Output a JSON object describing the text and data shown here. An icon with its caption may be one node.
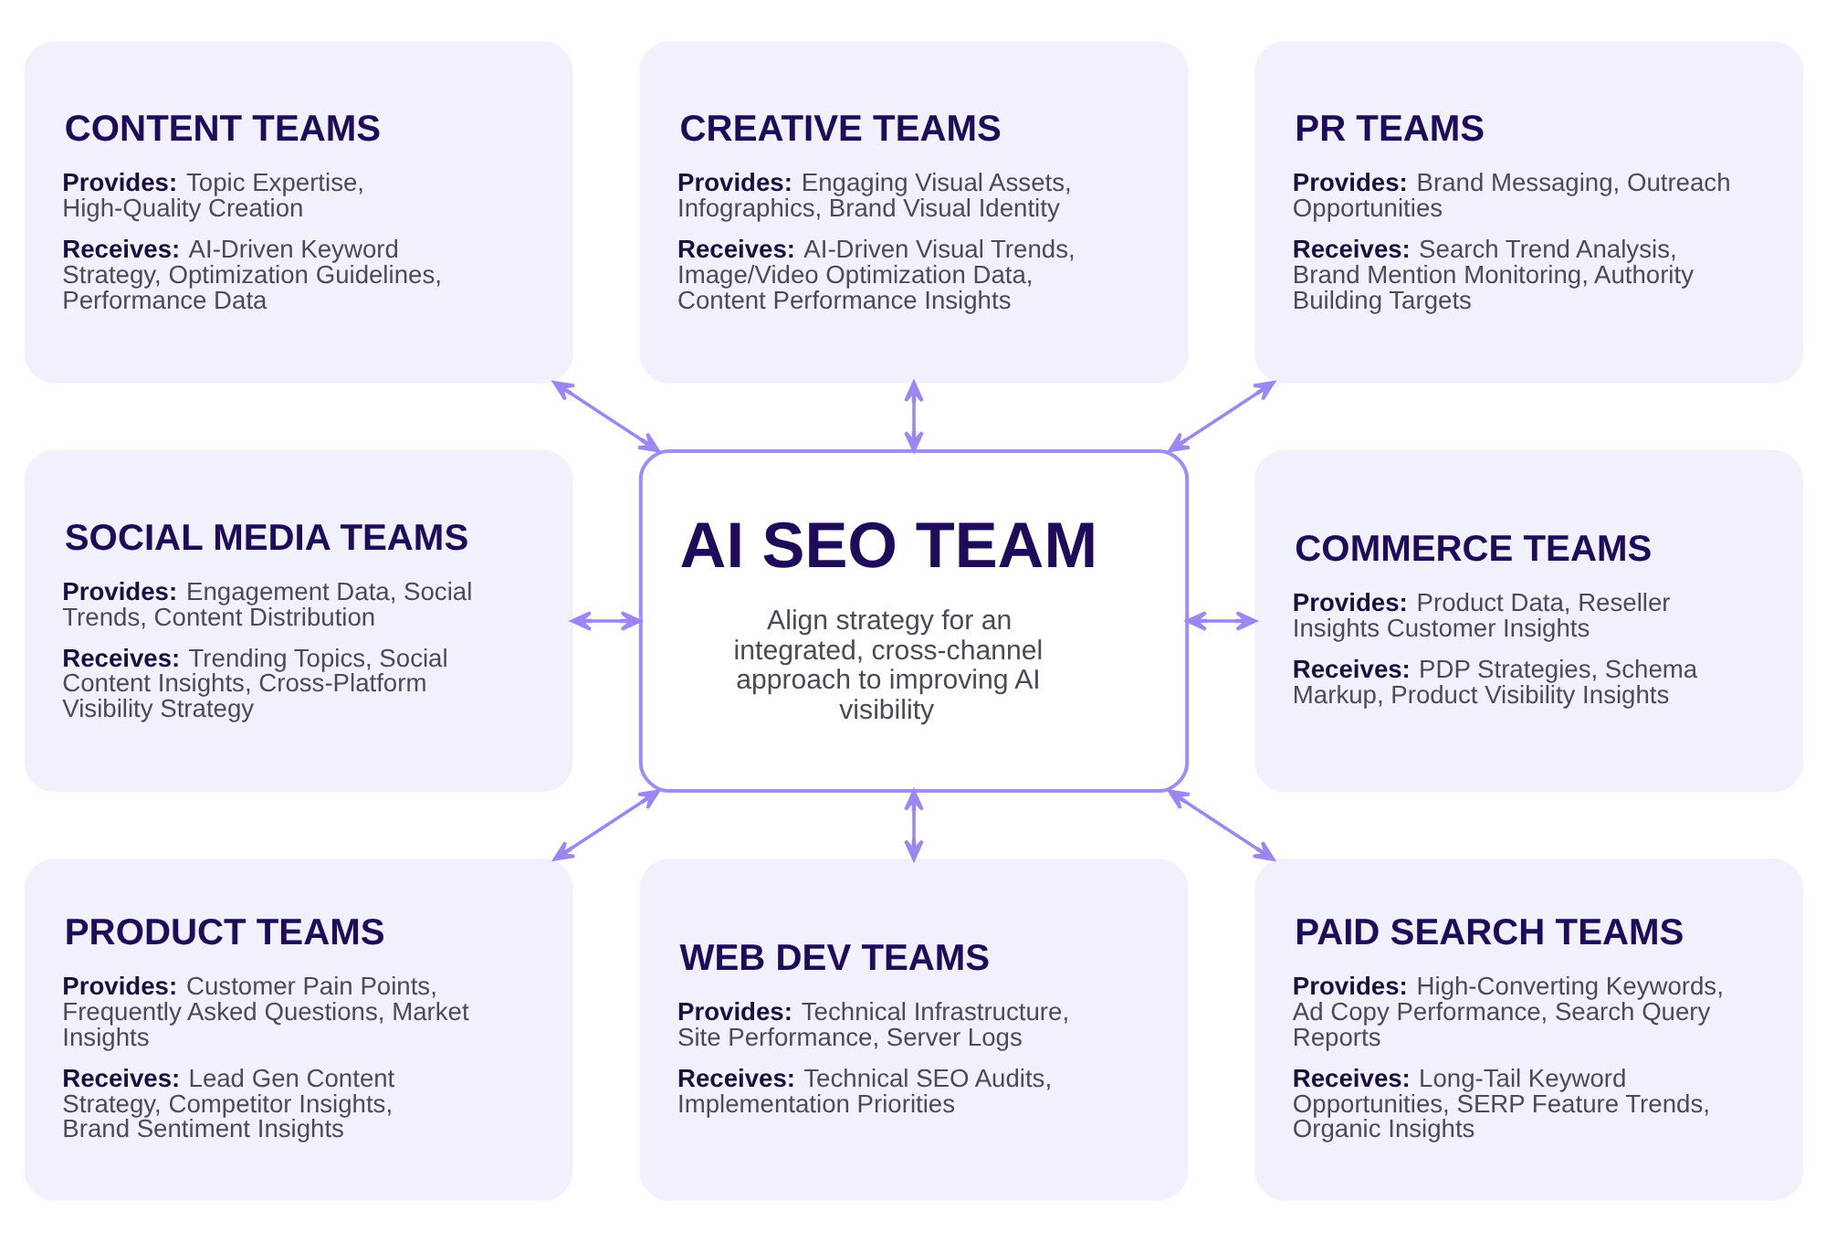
{
  "diagram": {
    "nodes": [
      {
        "text": [
          "CONTENT TEAMS",
          "**Provides:** Topic Expertise, High-Quality Creation",
          "**Receives:** AI-Driven Keyword Strategy, Optimization Guidelines, Performance Data"
        ]
      },
      {
        "text": [
          "CREATIVE TEAMS",
          "**Provides:** Engaging Visual Assets, Infographics, Brand Visual Identity",
          "**Receives:** AI-Driven Visual Trends, Image/Video Optimization Data, Content Performance Insights"
        ]
      },
      {
        "text": [
          "PR TEAMS",
          "**Provides:** Brand Messaging, Outreach Opportunities",
          "**Receives:** Search Trend Analysis, Brand Mention Monitoring, Authority Building Targets"
        ]
      },
      {
        "text": [
          "SOCIAL MEDIA TEAMS",
          "**Provides:** Engagement Data, Social Trends, Content Distribution",
          "**Receives:** Trending Topics, Social Content Insights, Cross-Platform Visibility Strategy"
        ]
      },
      {
        "text": [
          "AI SEO TEAM",
          "Align strategy for an integrated, cross-channel approach to improving AI visibility"
        ]
      },
      {
        "text": [
          "COMMERCE TEAMS",
          "**Provides:** Product Data, Reseller Insights Customer Insights",
          "**Receives:** PDP Strategies, Schema Markup, Product Visibility Insights"
        ]
      },
      {
        "text": [
          "PRODUCT TEAMS",
          "**Provides:** Customer Pain Points, Frequently Asked Questions, Market Insights",
          "**Receives:** Lead Gen Content Strategy, Competitor Insights, Brand Sentiment Insights"
        ]
      },
      {
        "text": [
          "WEB DEV TEAMS",
          "**Provides:** Technical Infrastructure, Site Performance, Server Logs",
          "**Receives:** Technical SEO Audits, Implementation Priorities"
        ]
      },
      {
        "text": [
          "PAID SEARCH TEAMS",
          "**Provides:** High-Converting Keywords, Ad Copy Performance, Search Query Reports",
          "**Receives:** Long-Tail Keyword Opportunities, SERP Feature Trends, Organic Insights"
        ]
      }
    ],
    "edges": [
      {
        "from": 0,
        "to": 4,
        "arrow": "both"
      },
      {
        "from": 1,
        "to": 4,
        "arrow": "both"
      },
      {
        "from": 2,
        "to": 4,
        "arrow": "both"
      },
      {
        "from": 3,
        "to": 4,
        "arrow": "both"
      },
      {
        "from": 4,
        "to": 5,
        "arrow": "both"
      },
      {
        "from": 4,
        "to": 6,
        "arrow": "both"
      },
      {
        "from": 4,
        "to": 7,
        "arrow": "both"
      },
      {
        "from": 4,
        "to": 8,
        "arrow": "both"
      }
    ]
  }
}
